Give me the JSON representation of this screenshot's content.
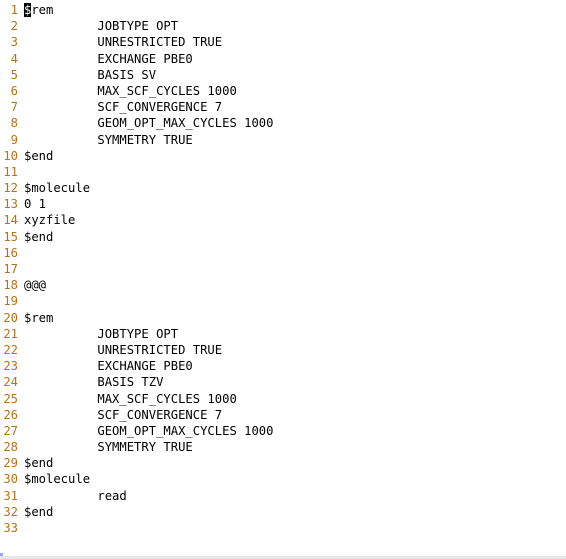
{
  "editor": {
    "cursor_char": "$",
    "lines": [
      {
        "no": "1",
        "text": "rem"
      },
      {
        "no": "2",
        "text": "          JOBTYPE OPT"
      },
      {
        "no": "3",
        "text": "          UNRESTRICTED TRUE"
      },
      {
        "no": "4",
        "text": "          EXCHANGE PBE0"
      },
      {
        "no": "5",
        "text": "          BASIS SV"
      },
      {
        "no": "6",
        "text": "          MAX_SCF_CYCLES 1000"
      },
      {
        "no": "7",
        "text": "          SCF_CONVERGENCE 7"
      },
      {
        "no": "8",
        "text": "          GEOM_OPT_MAX_CYCLES 1000"
      },
      {
        "no": "9",
        "text": "          SYMMETRY TRUE"
      },
      {
        "no": "10",
        "text": "$end"
      },
      {
        "no": "11",
        "text": ""
      },
      {
        "no": "12",
        "text": "$molecule"
      },
      {
        "no": "13",
        "text": "0 1"
      },
      {
        "no": "14",
        "text": "xyzfile"
      },
      {
        "no": "15",
        "text": "$end"
      },
      {
        "no": "16",
        "text": ""
      },
      {
        "no": "17",
        "text": ""
      },
      {
        "no": "18",
        "text": "@@@"
      },
      {
        "no": "19",
        "text": ""
      },
      {
        "no": "20",
        "text": "$rem"
      },
      {
        "no": "21",
        "text": "          JOBTYPE OPT"
      },
      {
        "no": "22",
        "text": "          UNRESTRICTED TRUE"
      },
      {
        "no": "23",
        "text": "          EXCHANGE PBE0"
      },
      {
        "no": "24",
        "text": "          BASIS TZV"
      },
      {
        "no": "25",
        "text": "          MAX_SCF_CYCLES 1000"
      },
      {
        "no": "26",
        "text": "          SCF_CONVERGENCE 7"
      },
      {
        "no": "27",
        "text": "          GEOM_OPT_MAX_CYCLES 1000"
      },
      {
        "no": "28",
        "text": "          SYMMETRY TRUE"
      },
      {
        "no": "29",
        "text": "$end"
      },
      {
        "no": "30",
        "text": "$molecule"
      },
      {
        "no": "31",
        "text": "          read"
      },
      {
        "no": "32",
        "text": "$end"
      },
      {
        "no": "33",
        "text": ""
      }
    ]
  },
  "colors": {
    "line_number": "#b5731f",
    "text": "#000000",
    "background": "#ffffff",
    "cursor_bg": "#000000"
  }
}
